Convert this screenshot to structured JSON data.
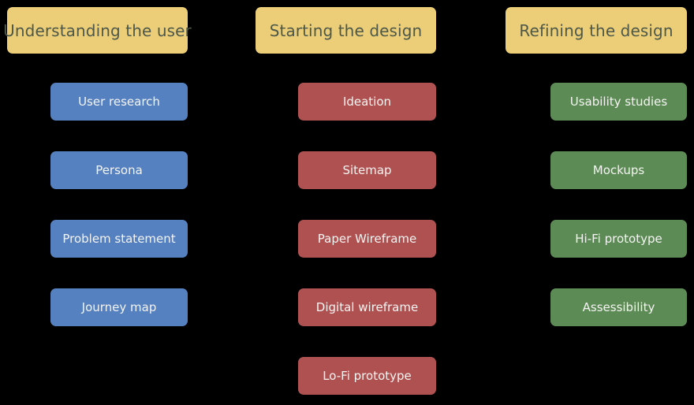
{
  "diagram": {
    "title": "UX design process stages",
    "background_color": "#000000",
    "header_color": "#ebce77",
    "header_text_color": "#4d584b",
    "item_text_color": "#f4f4f2",
    "columns": [
      {
        "header": "Understanding the user",
        "accent_color": "#5681c0",
        "swatch": "swatch-blue",
        "items": [
          {
            "label": "User research"
          },
          {
            "label": "Persona"
          },
          {
            "label": "Problem statement"
          },
          {
            "label": "Journey map"
          }
        ]
      },
      {
        "header": "Starting the design",
        "accent_color": "#b05151",
        "swatch": "swatch-red",
        "items": [
          {
            "label": "Ideation"
          },
          {
            "label": "Sitemap"
          },
          {
            "label": "Paper Wireframe"
          },
          {
            "label": "Digital wireframe"
          },
          {
            "label": "Lo-Fi prototype"
          }
        ]
      },
      {
        "header": "Refining the design",
        "accent_color": "#5d8b55",
        "swatch": "swatch-green",
        "items": [
          {
            "label": "Usability studies"
          },
          {
            "label": "Mockups"
          },
          {
            "label": "Hi-Fi prototype"
          },
          {
            "label": "Assessibility"
          }
        ]
      }
    ]
  }
}
